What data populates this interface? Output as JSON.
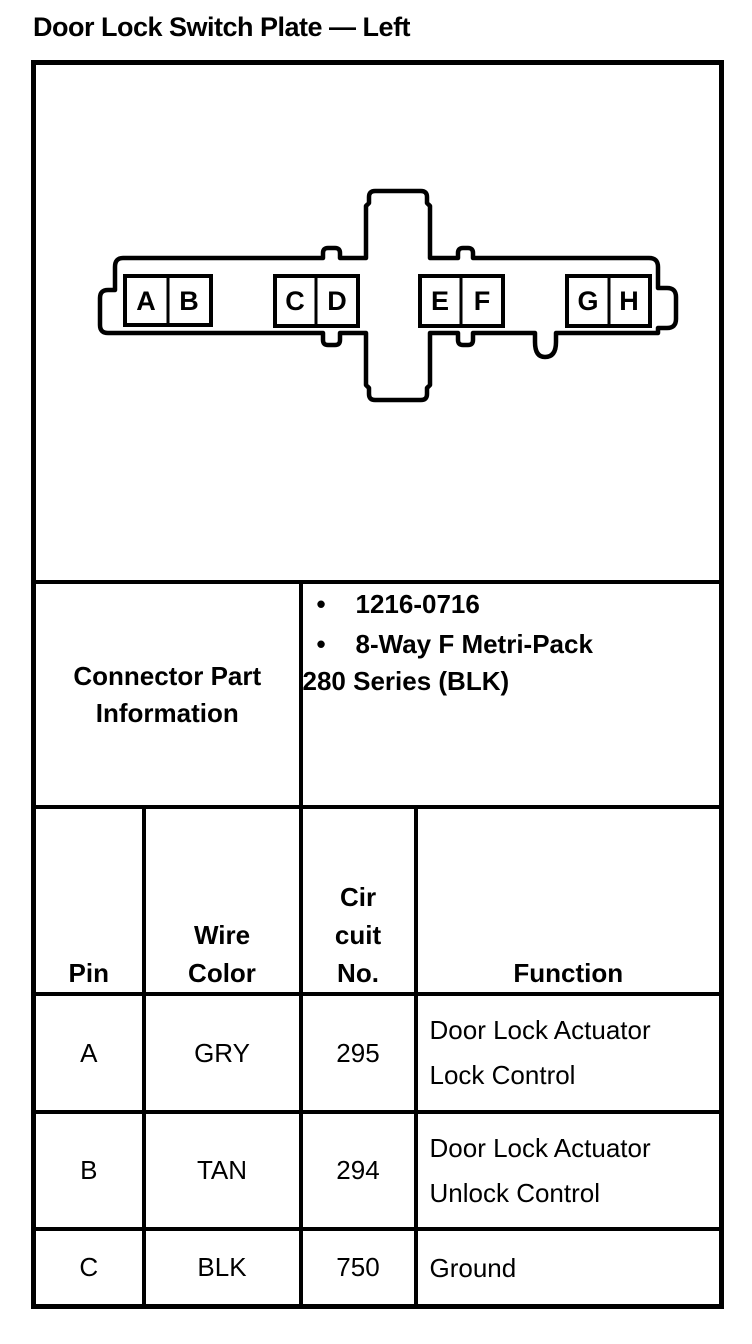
{
  "page": {
    "title": "Door Lock Switch Plate — Left"
  },
  "colors": {
    "ink": "#000000",
    "paper": "#ffffff"
  },
  "diagram": {
    "description": "8-way connector face view with pin cavities",
    "pins": [
      "A",
      "B",
      "C",
      "D",
      "E",
      "F",
      "G",
      "H"
    ]
  },
  "part_info": {
    "label_lines": [
      "Connector Part",
      "Information"
    ],
    "bullet_char": "•",
    "bullets": [
      "1216-0716",
      "8-Way F Metri-Pack"
    ],
    "continuation": "280 Series (BLK)"
  },
  "pin_table": {
    "headers": {
      "pin": "Pin",
      "wire_color_lines": [
        "Wire",
        "Color"
      ],
      "circuit_lines": [
        "Cir",
        "cuit",
        "No."
      ],
      "function": "Function"
    },
    "rows": [
      {
        "pin": "A",
        "wire_color": "GRY",
        "circuit_no": "295",
        "function_lines": [
          "Door Lock Actuator",
          "Lock Control"
        ]
      },
      {
        "pin": "B",
        "wire_color": "TAN",
        "circuit_no": "294",
        "function_lines": [
          "Door Lock Actuator",
          "Unlock Control"
        ]
      },
      {
        "pin": "C",
        "wire_color": "BLK",
        "circuit_no": "750",
        "function_lines": [
          "Ground"
        ]
      }
    ]
  }
}
